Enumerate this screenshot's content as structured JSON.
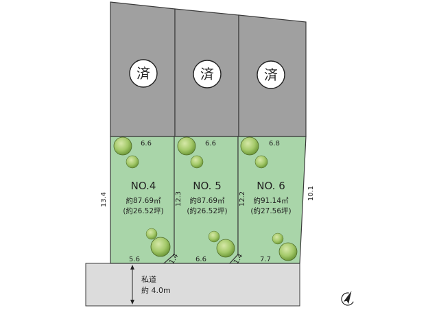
{
  "sold_lots": [
    {
      "mark": "済"
    },
    {
      "mark": "済"
    },
    {
      "mark": "済"
    }
  ],
  "lots": [
    {
      "name": "NO.4",
      "area_sqm": "約87.69㎡",
      "area_tsubo": "(約26.52坪)",
      "top_dim": "6.6",
      "bottom_dim": "5.6",
      "side_dim": "13.4"
    },
    {
      "name": "NO. 5",
      "area_sqm": "約87.69㎡",
      "area_tsubo": "(約26.52坪)",
      "top_dim": "6.6",
      "bottom_dim": "6.6",
      "side_dim": "12.3"
    },
    {
      "name": "NO. 6",
      "area_sqm": "約91.14㎡",
      "area_tsubo": "(約27.56坪)",
      "top_dim": "6.8",
      "bottom_dim": "7.7",
      "side_dim": "12.2"
    }
  ],
  "corner_cuts": [
    "1.4",
    "1.4"
  ],
  "right_dim": "10.1",
  "road": {
    "line1": "私道",
    "line2": "約 4.0m"
  },
  "colors": {
    "lot_green": "#a9d5a9",
    "sold_gray": "#a0a0a0",
    "road_gray": "#dcdcdc",
    "tree": "#9cbf62",
    "outline": "#3a3a3a"
  },
  "icons": {
    "compass": "north-arrow-icon",
    "tree": "tree-icon"
  }
}
